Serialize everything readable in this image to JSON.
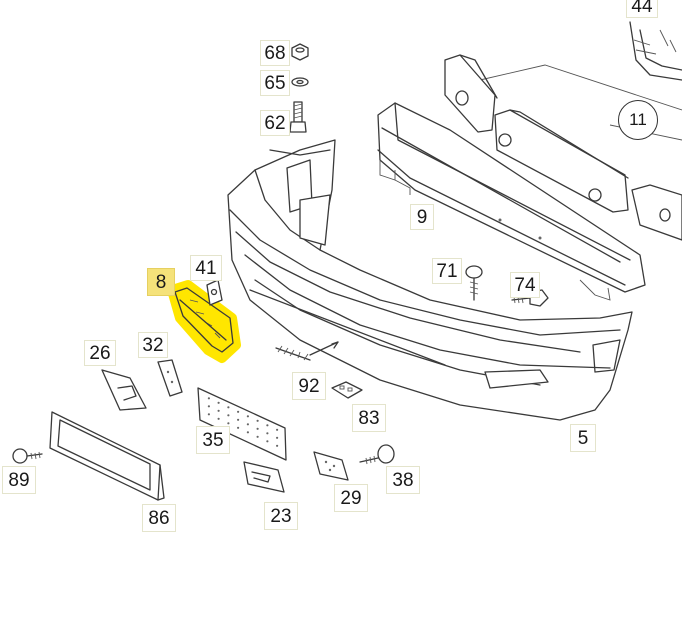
{
  "diagram": {
    "highlight_color": "#ffe600",
    "callout_highlight_color": "#f5e27a",
    "parts": [
      {
        "id": "p8",
        "label": "8",
        "highlighted": true
      },
      {
        "id": "p41",
        "label": "41"
      },
      {
        "id": "p68",
        "label": "68"
      },
      {
        "id": "p65",
        "label": "65"
      },
      {
        "id": "p62",
        "label": "62"
      },
      {
        "id": "p9",
        "label": "9"
      },
      {
        "id": "p11",
        "label": "11"
      },
      {
        "id": "p44",
        "label": "44"
      },
      {
        "id": "p71",
        "label": "71"
      },
      {
        "id": "p74",
        "label": "74"
      },
      {
        "id": "p26",
        "label": "26"
      },
      {
        "id": "p32",
        "label": "32"
      },
      {
        "id": "p92",
        "label": "92"
      },
      {
        "id": "p83",
        "label": "83"
      },
      {
        "id": "p35",
        "label": "35"
      },
      {
        "id": "p5",
        "label": "5"
      },
      {
        "id": "p89",
        "label": "89"
      },
      {
        "id": "p38",
        "label": "38"
      },
      {
        "id": "p29",
        "label": "29"
      },
      {
        "id": "p23",
        "label": "23"
      },
      {
        "id": "p86",
        "label": "86"
      }
    ]
  }
}
